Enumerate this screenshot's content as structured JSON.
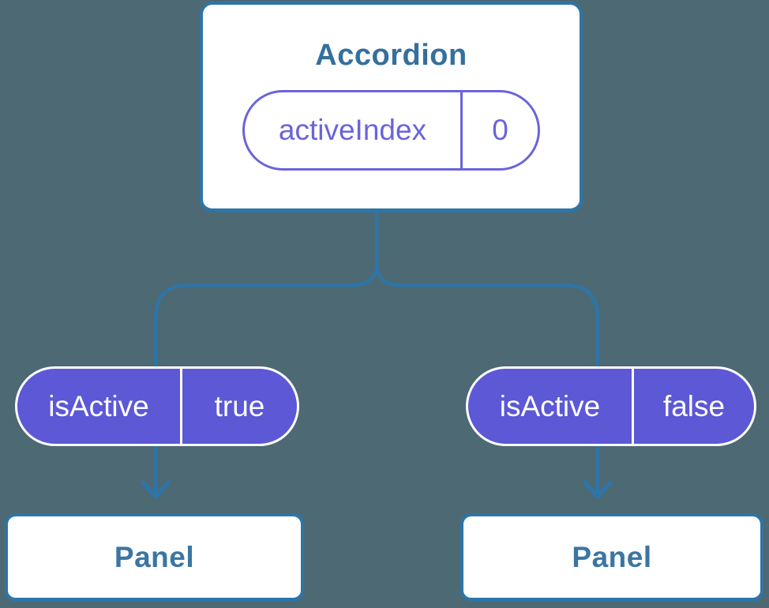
{
  "tree": {
    "root": {
      "title": "Accordion",
      "state": {
        "name": "activeIndex",
        "value": "0"
      }
    },
    "children": [
      {
        "prop": {
          "name": "isActive",
          "value": "true"
        },
        "label": "Panel"
      },
      {
        "prop": {
          "name": "isActive",
          "value": "false"
        },
        "label": "Panel"
      }
    ]
  },
  "colors": {
    "background": "#4d6973",
    "connector_blue": "#2e75a7",
    "card_border_blue": "#2e75a7",
    "card_fill": "#ffffff",
    "title_text_blue": "#35709d",
    "panel_text_blue": "#3a76a3",
    "prop_pill_fill_purple": "#5c58d6",
    "prop_pill_text": "#ffffff",
    "state_pill_accent_purple": "#6a64db"
  }
}
